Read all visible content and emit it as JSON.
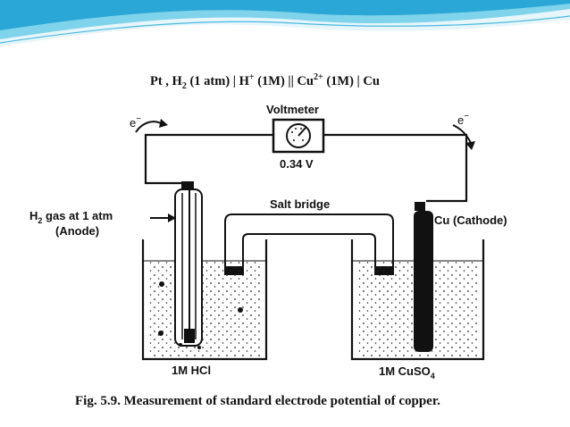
{
  "slide": {
    "header_wave_colors": [
      "#7fd3ea",
      "#2aa7d6",
      "#d8f2fa"
    ]
  },
  "diagram": {
    "cell_notation": {
      "pt": "Pt , H",
      "h2_sub": "2",
      "rest1": " (1 atm) | H",
      "h_sup": "+",
      "rest2": " (1M) || Cu",
      "cu_sup": "2+",
      "rest3": " (1M) | Cu"
    },
    "voltmeter_label": "Voltmeter",
    "voltage_reading": "0.34 V",
    "electron_left": "e",
    "electron_right": "e",
    "electron_sup": "−",
    "salt_bridge_label": "Salt bridge",
    "anode_label_line1_prefix": "H",
    "anode_label_line1_sub": "2",
    "anode_label_line1_suffix": " gas at 1 atm",
    "anode_label_line2": "(Anode)",
    "cathode_label": "Cu (Cathode)",
    "left_beaker_label": "1M HCl",
    "right_beaker_label_prefix": "1M CuSO",
    "right_beaker_label_sub": "4",
    "caption_prefix": "Fig. 5.9.",
    "caption_text": "Measurement of standard electrode potential of copper."
  }
}
